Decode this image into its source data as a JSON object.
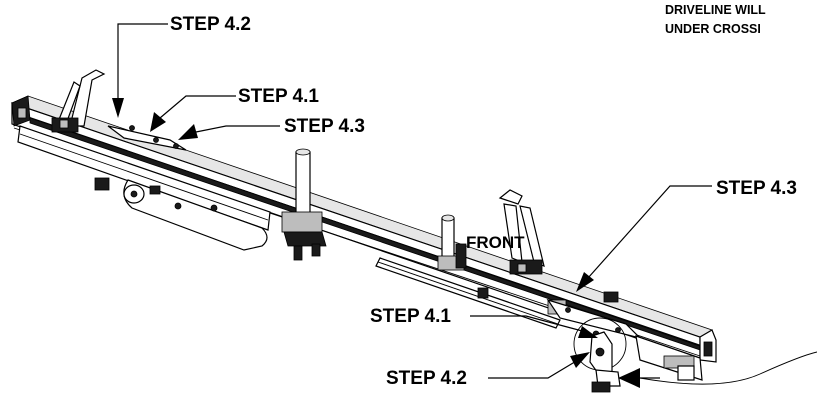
{
  "note": {
    "line1": "DRIVELINE WILL",
    "line2": "UNDER CROSSI"
  },
  "labels": {
    "left_step_4_2": "STEP 4.2",
    "left_step_4_1": "STEP 4.1",
    "left_step_4_3": "STEP 4.3",
    "front": "FRONT",
    "right_step_4_3": "STEP 4.3",
    "right_step_4_1": "STEP 4.1",
    "right_step_4_2": "STEP 4.2"
  }
}
